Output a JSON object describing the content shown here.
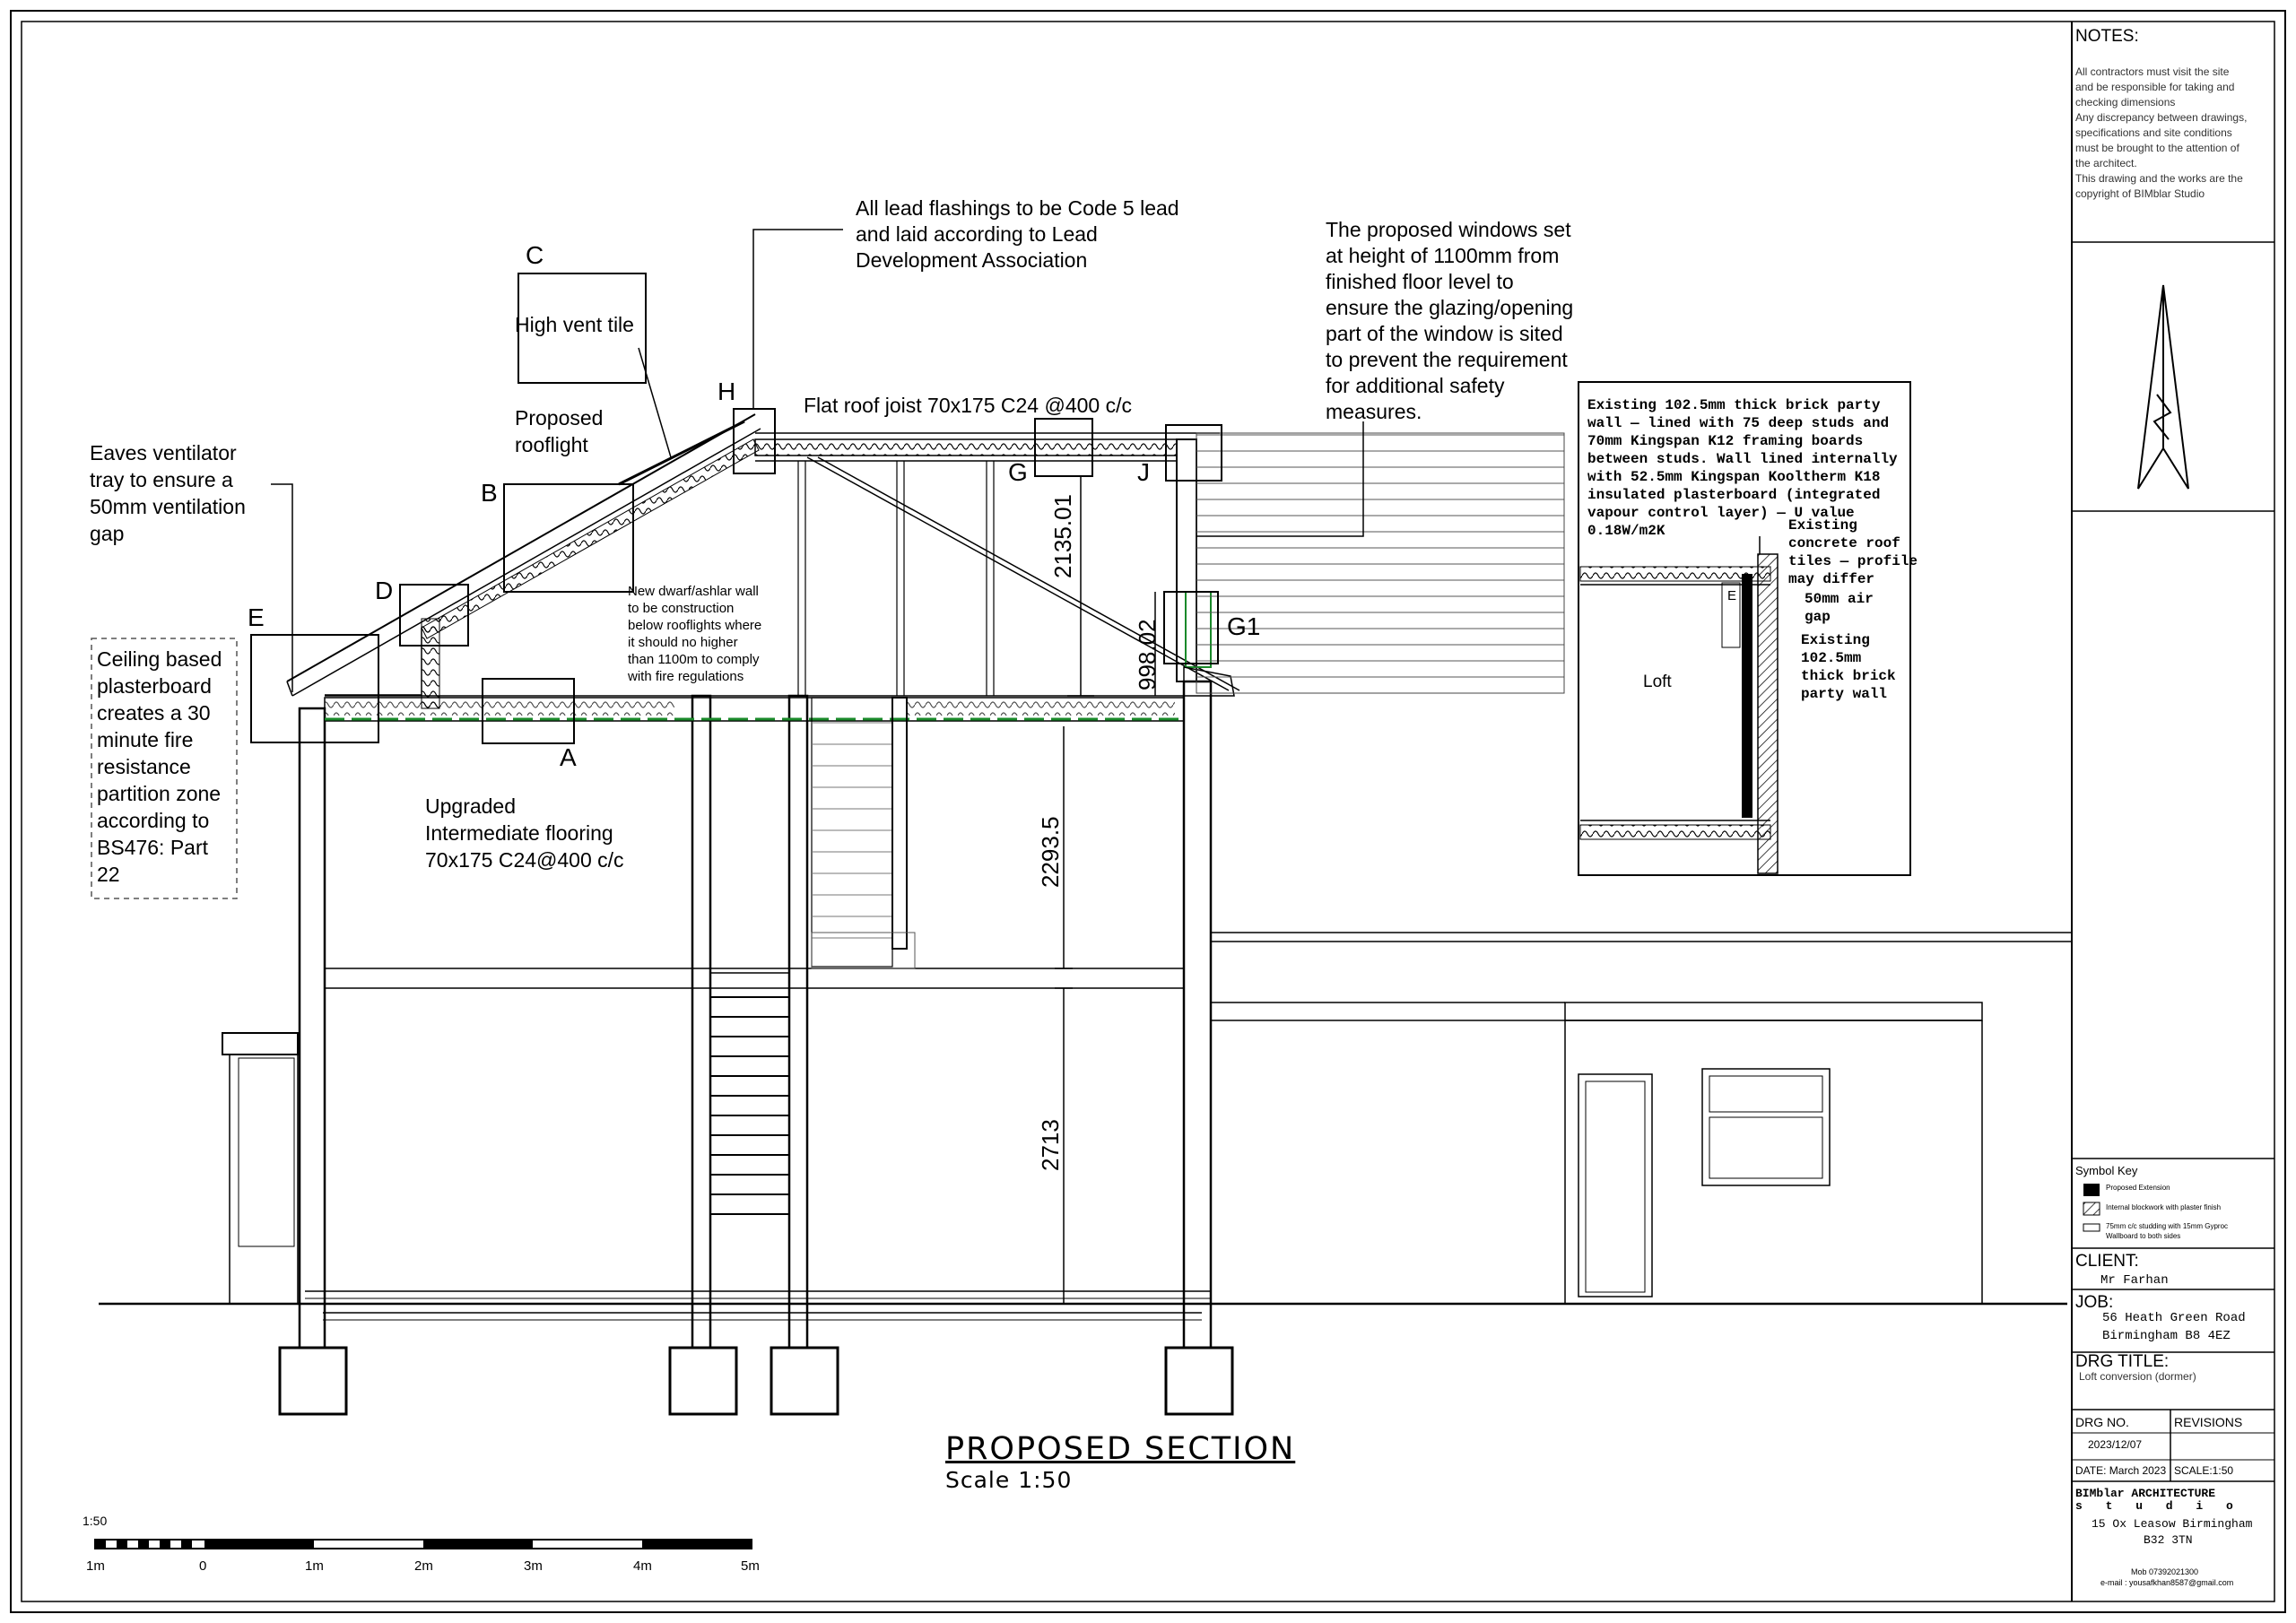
{
  "drawing": {
    "title": "PROPOSED SECTION",
    "scale": "Scale 1:50",
    "scale_bar": {
      "ratio": "1:50",
      "labels": [
        "1m",
        "0",
        "1m",
        "2m",
        "3m",
        "4m",
        "5m"
      ]
    }
  },
  "labels": {
    "C": "C",
    "high_vent_tile": "High vent tile",
    "proposed_rooflight_1": "Proposed",
    "proposed_rooflight_2": "rooflight",
    "H": "H",
    "B": "B",
    "D": "D",
    "E": "E",
    "A": "A",
    "G": "G",
    "J": "J",
    "G1": "G1",
    "lead_flashing": [
      "All lead flashings to be Code 5 lead",
      "and laid according to Lead",
      "Development Association"
    ],
    "flat_roof_joist": "Flat roof joist 70x175 C24 @400 c/c",
    "windows": [
      "The proposed windows set",
      "at height of 1100mm from",
      "finished floor level to",
      "ensure the glazing/opening",
      "part of the window is sited",
      "to prevent the requirement",
      "for additional safety",
      "measures."
    ],
    "eaves": [
      "Eaves ventilator",
      "tray to ensure a",
      "50mm ventilation",
      "gap"
    ],
    "ceiling": [
      "Ceiling based",
      "plasterboard",
      "creates a 30",
      "minute fire",
      "resistance",
      "partition zone",
      "according to",
      "BS476: Part",
      "22"
    ],
    "dwarf_wall": [
      "New dwarf/ashlar wall",
      "to be construction",
      "below rooflights where",
      "it should no higher",
      "than 1100m to comply",
      "with fire regulations"
    ],
    "upgraded_floor": [
      "Upgraded",
      "Intermediate flooring",
      "70x175 C24@400 c/c"
    ]
  },
  "dimensions": {
    "d1": "2135.01",
    "d2": "998.02",
    "d3": "2293.5",
    "d4": "2713"
  },
  "detail_box": {
    "text": [
      "Existing 102.5mm thick brick party",
      "wall — lined with 75 deep studs and",
      "70mm Kingspan K12 framing boards",
      "between studs. Wall lined internally",
      "with 52.5mm Kingspan Kooltherm K18",
      "insulated plasterboard (integrated",
      "vapour control layer) — U value",
      "0.18W/m2K"
    ],
    "existing_tiles": [
      "Existing",
      "concrete roof",
      "tiles — profile",
      "may differ"
    ],
    "air_gap": [
      "50mm air",
      "gap"
    ],
    "party_wall": [
      "Existing",
      "102.5mm",
      "thick brick",
      "party wall"
    ],
    "loft": "Loft",
    "E": "E"
  },
  "notes": {
    "heading": "NOTES:",
    "lines": [
      "All contractors must visit the site",
      "and be responsible for taking and",
      "checking dimensions",
      "Any discrepancy between drawings,",
      "specifications and site conditions",
      "must be brought to the attention of",
      "the architect.",
      "This drawing and the works are the",
      "copyright of BIMblar Studio"
    ]
  },
  "symbol_key": {
    "heading": "Symbol Key",
    "items": [
      "Proposed Extension",
      "Internal blockwork with plaster finish",
      "75mm c/c studding with 15mm Gyproc Wallboard to both sides"
    ]
  },
  "title_block": {
    "client_label": "CLIENT:",
    "client": "Mr Farhan",
    "job_label": "JOB:",
    "job_line1": "56 Heath Green Road",
    "job_line2": "Birmingham B8 4EZ",
    "drg_title_label": "DRG TITLE:",
    "drg_title": "Loft conversion (dormer)",
    "drg_no_label": "DRG NO.",
    "revisions_label": "REVISIONS",
    "drg_no": "2023/12/07",
    "date": "DATE: March 2023",
    "scale": "SCALE:1:50",
    "firm_line1": "BIMblar ARCHITECTURE",
    "firm_line2": "s t u d i o",
    "address1": "15 Ox Leasow Birmingham",
    "address2": "B32 3TN",
    "mob": "Mob 07392021300",
    "email": "e-mail : yousafkhan8587@gmail.com"
  }
}
